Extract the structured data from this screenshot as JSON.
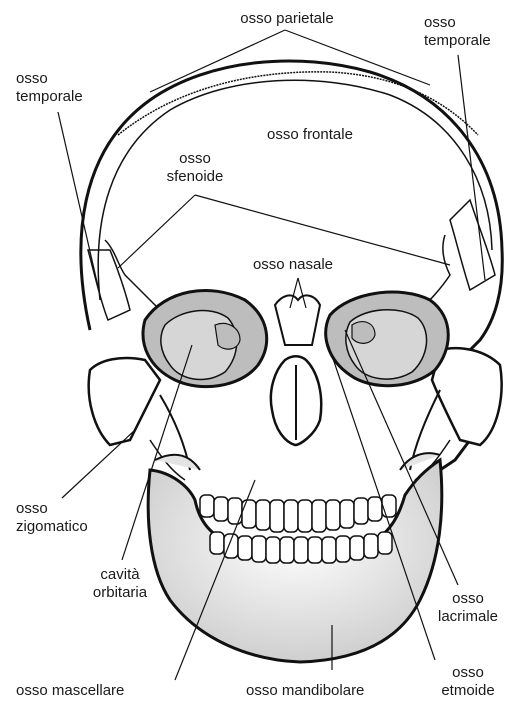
{
  "labels": {
    "parietale": "osso parietale",
    "temporale_right": "osso\ntemporale",
    "temporale_left": "osso\ntemporale",
    "frontale": "osso frontale",
    "sfenoide": "osso\nsfenoide",
    "nasale": "osso nasale",
    "zigomatico": "osso\nzigomatico",
    "cavita_orbitaria": "cavità\norbitaria",
    "lacrimale": "osso\nlacrimale",
    "mascellare": "osso mascellare",
    "mandibolare": "osso mandibolare",
    "etmoide": "osso\netmoide"
  },
  "colors": {
    "line": "#111111",
    "orbit_fill": "#bdbdbd",
    "orbit_inner": "#d6d6d6",
    "jaw_fill": "#e4e4e4"
  }
}
